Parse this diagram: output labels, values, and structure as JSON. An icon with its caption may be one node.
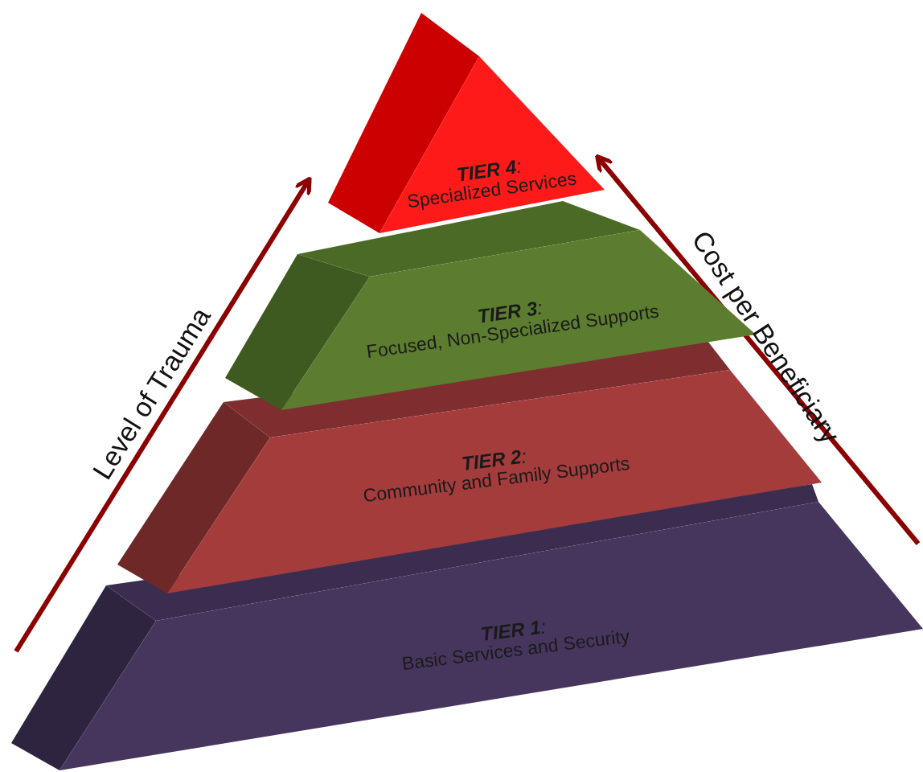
{
  "diagram": {
    "nodes": [
      {
        "text": [
          "**TIER 4**:",
          "Specialized Services"
        ]
      },
      {
        "text": [
          "**TIER 3**:",
          "Focused, Non-Specialized Supports"
        ]
      },
      {
        "text": [
          "**TIER 2**:",
          "Community and Family Supports"
        ]
      },
      {
        "text": [
          "**TIER 1**:",
          "Basic Services and Security"
        ]
      }
    ],
    "edges": [],
    "labels": [
      "Level of Trauma",
      "Cost per Beneficiary"
    ]
  }
}
